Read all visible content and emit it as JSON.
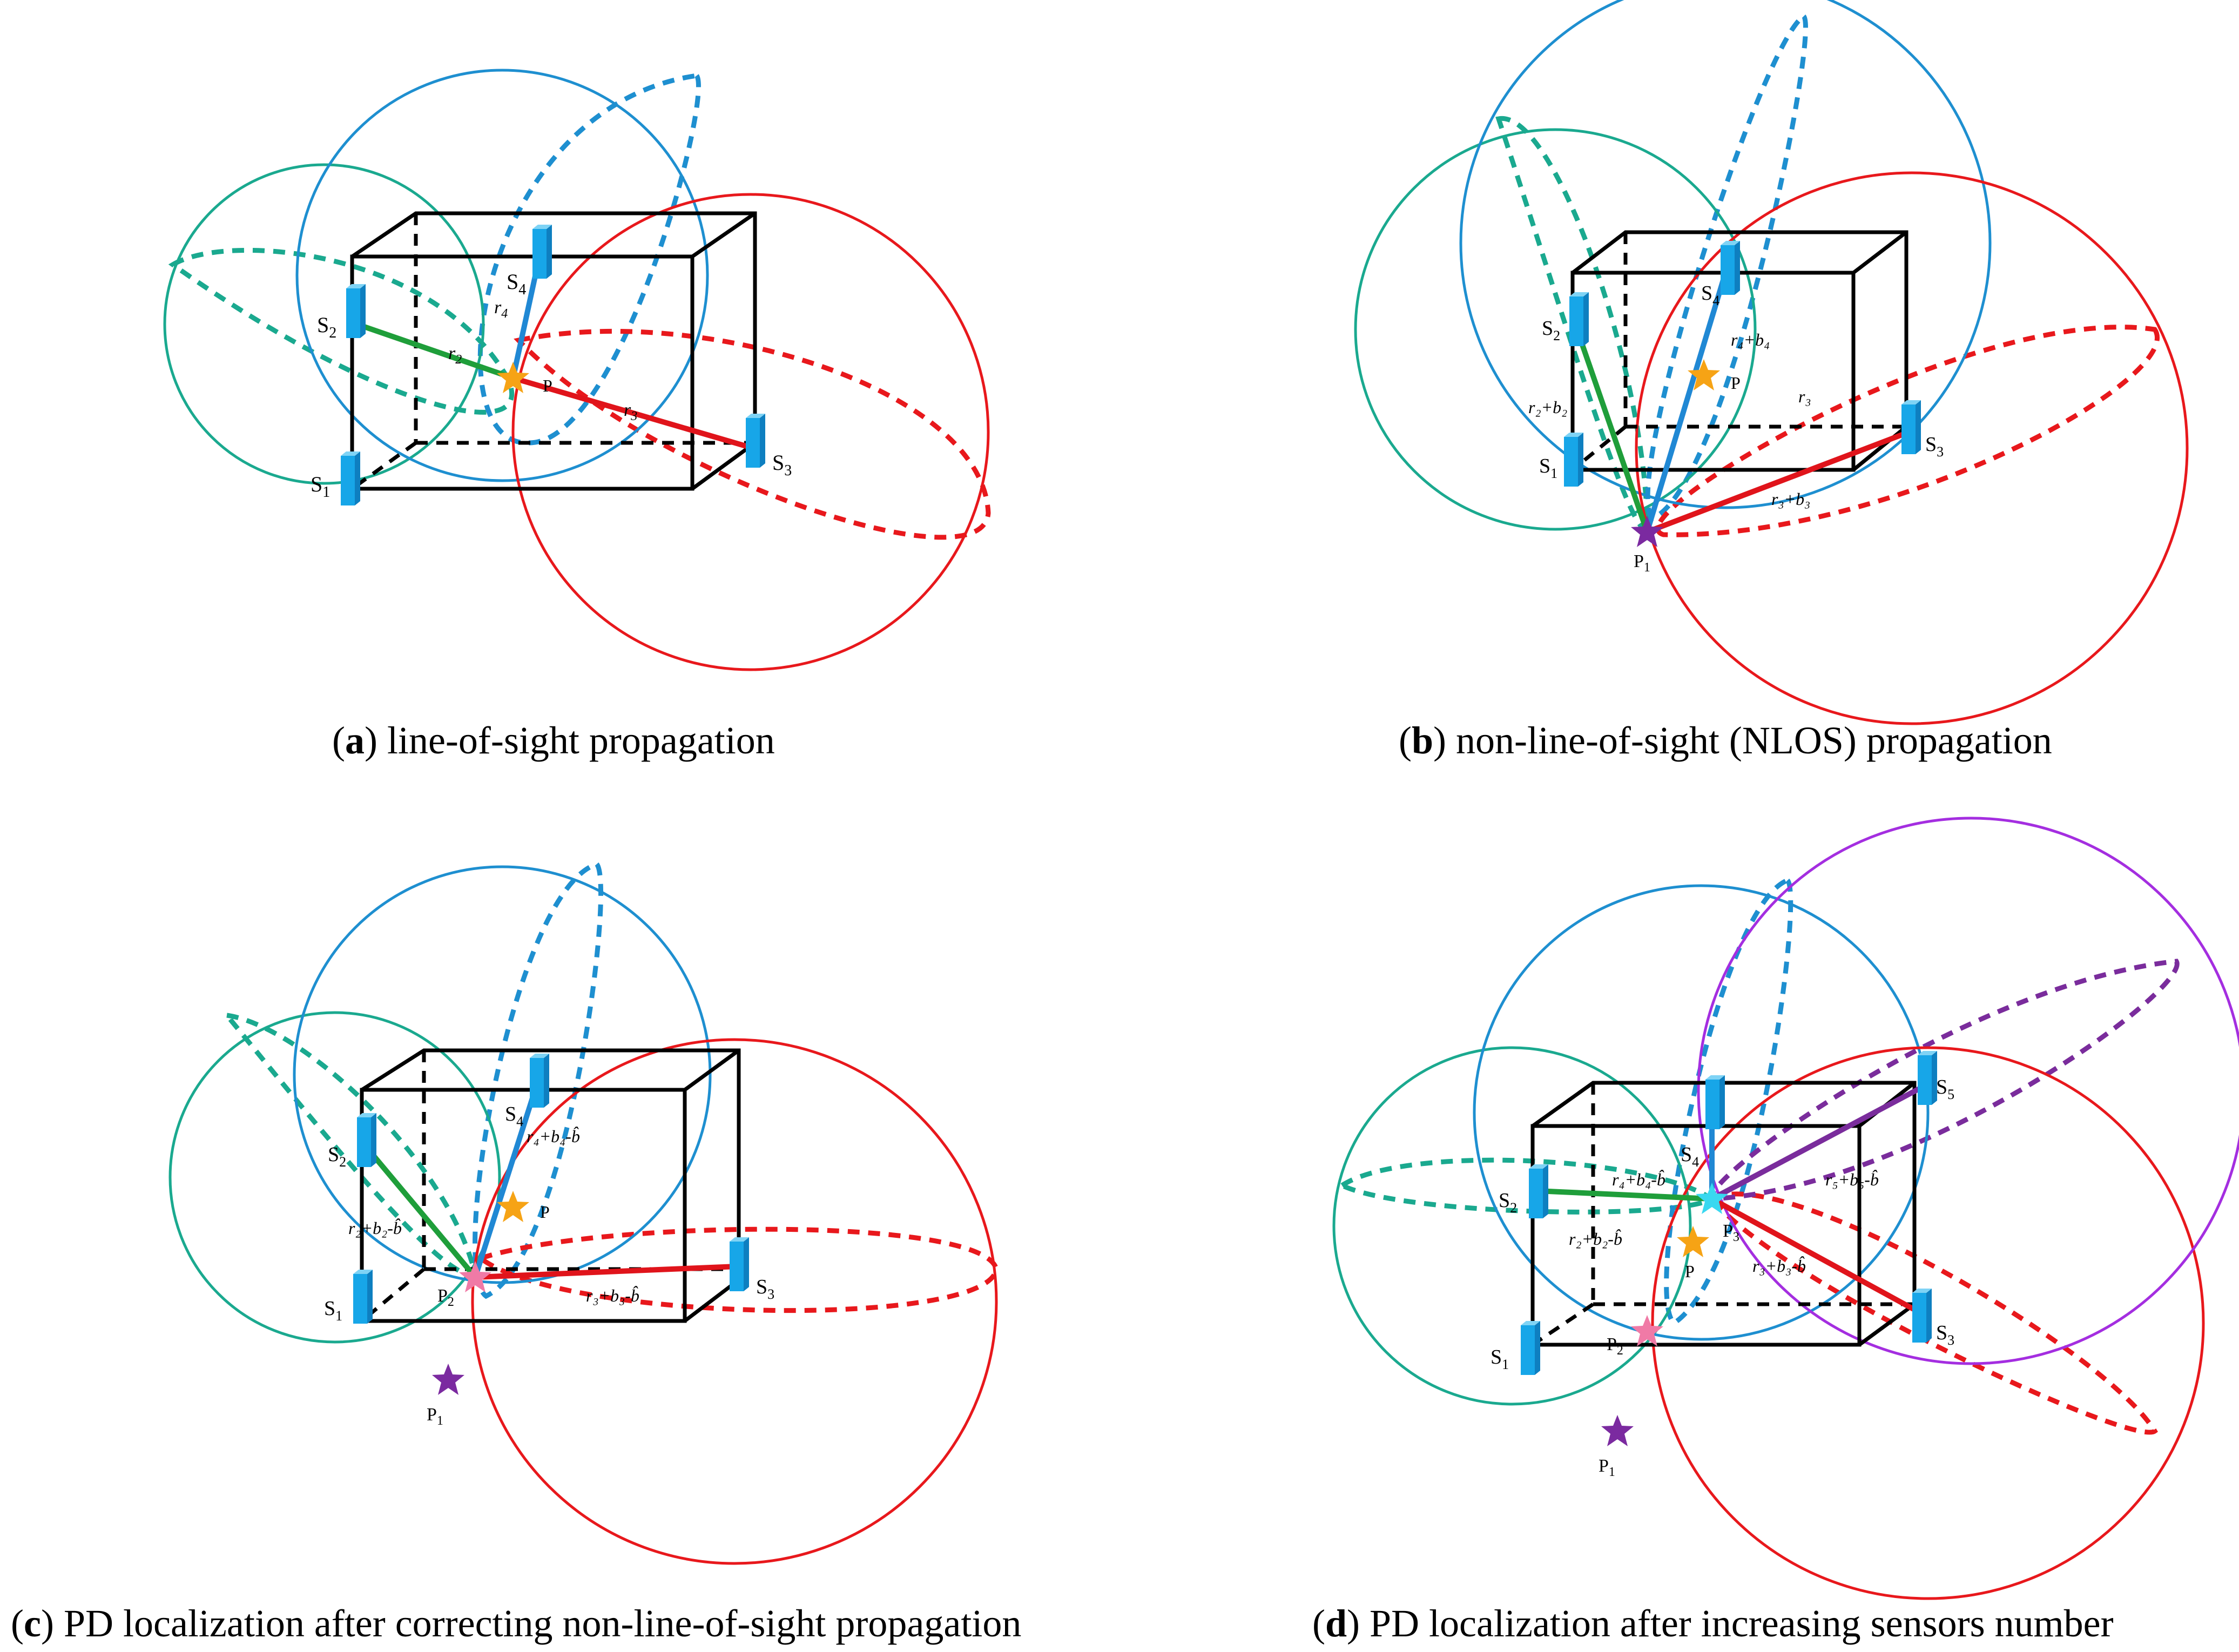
{
  "colors": {
    "box": "#000000",
    "green_circle": "#1aa98f",
    "blue_circle": "#1e8fd0",
    "red_circle": "#e8181c",
    "purple_circle": "#a42ee0",
    "green_line": "#1f9e3a",
    "blue_line": "#2088d4",
    "red_line": "#e0141b",
    "purple_line": "#7a2c9c",
    "sensor": "#17a6e8",
    "star_true": "#f6a315",
    "star_p1": "#7b2aa0",
    "star_p2": "#f07aa6",
    "star_p3": "#39d8f0"
  },
  "panels": [
    {
      "id": "a",
      "caption_letter": "a",
      "caption_text": "line-of-sight propagation",
      "labels": {
        "S1": "S",
        "S1_sub": "1",
        "S2": "S",
        "S2_sub": "2",
        "S3": "S",
        "S3_sub": "3",
        "S4": "S",
        "S4_sub": "4",
        "P": "P",
        "r2": "r",
        "r2_sub": "2",
        "r3": "r",
        "r3_sub": "3",
        "r4": "r",
        "r4_sub": "4"
      }
    },
    {
      "id": "b",
      "caption_letter": "b",
      "caption_text": "non-line-of-sight (NLOS) propagation",
      "labels": {
        "S1": "S",
        "S1_sub": "1",
        "S2": "S",
        "S2_sub": "2",
        "S3": "S",
        "S3_sub": "3",
        "S4": "S",
        "S4_sub": "4",
        "P": "P",
        "P1": "P",
        "P1_sub": "1",
        "r2b2": "r₂+b₂",
        "r3b3": "r₃+b₃",
        "r4b4": "r₄+b₄",
        "r3": "r₃"
      }
    },
    {
      "id": "c",
      "caption_letter": "c",
      "caption_text": "PD localization after correcting non-line-of-sight propagation",
      "labels": {
        "S1": "S",
        "S1_sub": "1",
        "S2": "S",
        "S2_sub": "2",
        "S3": "S",
        "S3_sub": "3",
        "S4": "S",
        "S4_sub": "4",
        "P": "P",
        "P1": "P",
        "P1_sub": "1",
        "P2": "P",
        "P2_sub": "2",
        "r2": "r₂+b₂-b̂",
        "r3": "r₃+b₃-b̂",
        "r4": "r₄+b₄-b̂"
      }
    },
    {
      "id": "d",
      "caption_letter": "d",
      "caption_text": "PD localization after increasing sensors number",
      "labels": {
        "S1": "S",
        "S1_sub": "1",
        "S2": "S",
        "S2_sub": "2",
        "S3": "S",
        "S3_sub": "3",
        "S4": "S",
        "S4_sub": "4",
        "S5": "S",
        "S5_sub": "5",
        "P": "P",
        "P1": "P",
        "P1_sub": "1",
        "P2": "P",
        "P2_sub": "2",
        "P3": "P",
        "P3_sub": "3",
        "r4top": "r₄+b₄-b̂",
        "r2": "r₂+b₂-b̂",
        "r3": "r₃+b₃-b̂",
        "r5": "r₅+b₅-b̂"
      }
    }
  ]
}
